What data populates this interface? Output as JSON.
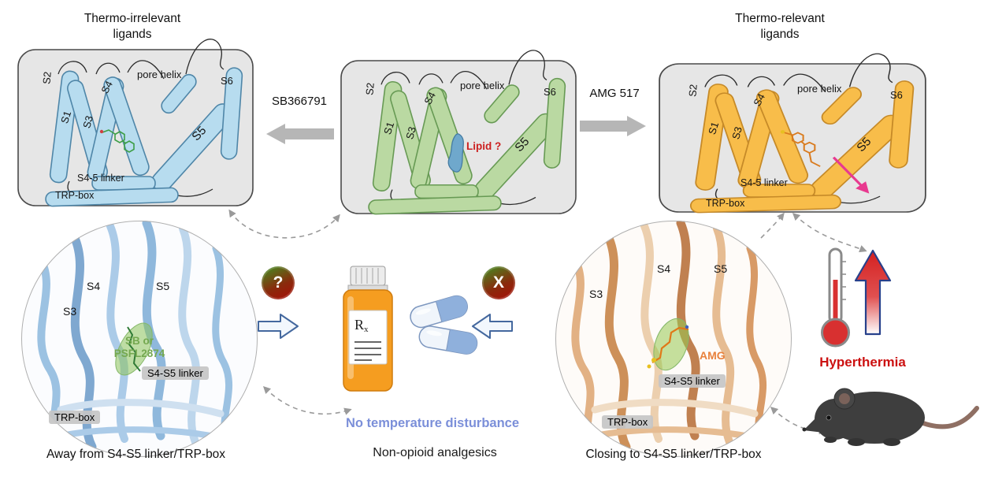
{
  "top": {
    "left_title": "Thermo-irrelevant\nligands",
    "right_title": "Thermo-relevant\nligands",
    "sb_label": "SB366791",
    "amg_label": "AMG 517",
    "panel_labels": {
      "s1": "S1",
      "s2": "S2",
      "s3": "S3",
      "s4": "S4",
      "s5": "S5",
      "s6": "S6",
      "pore": "pore\nhelix",
      "linker": "S4-5 linker",
      "trp": "TRP-box"
    },
    "lipid_label": "Lipid ?"
  },
  "bottom_left": {
    "s3": "S3",
    "s4": "S4",
    "s5": "S5",
    "ligand": "SB or\nPSFL2874",
    "linker_chip": "S4-S5 linker",
    "trp_chip": "TRP-box",
    "caption": "Away from S4-S5 linker/TRP-box"
  },
  "center": {
    "question_glyph": "?",
    "cross_glyph": "X",
    "rx_main": "R",
    "rx_sub": "x",
    "line1": "No temperature disturbance",
    "line2": "Non-opioid analgesics"
  },
  "bottom_right": {
    "s3": "S3",
    "s4": "S4",
    "s5": "S5",
    "ligand": "AMG",
    "linker_chip": "S4-S5 linker",
    "trp_chip": "TRP-box",
    "caption": "Closing to S4-S5 linker/TRP-box"
  },
  "right_side": {
    "hyperthermia": "Hyperthermia"
  },
  "colors": {
    "blue_helix": "#b7dcef",
    "green_helix": "#bad9a2",
    "orange_helix": "#f8bd4a",
    "accent_red": "#cc1111",
    "blue_text": "#7b8fd9",
    "ligand_green": "#74a850",
    "amg_orange": "#e8813c",
    "pink_arrow": "#e8398f"
  }
}
